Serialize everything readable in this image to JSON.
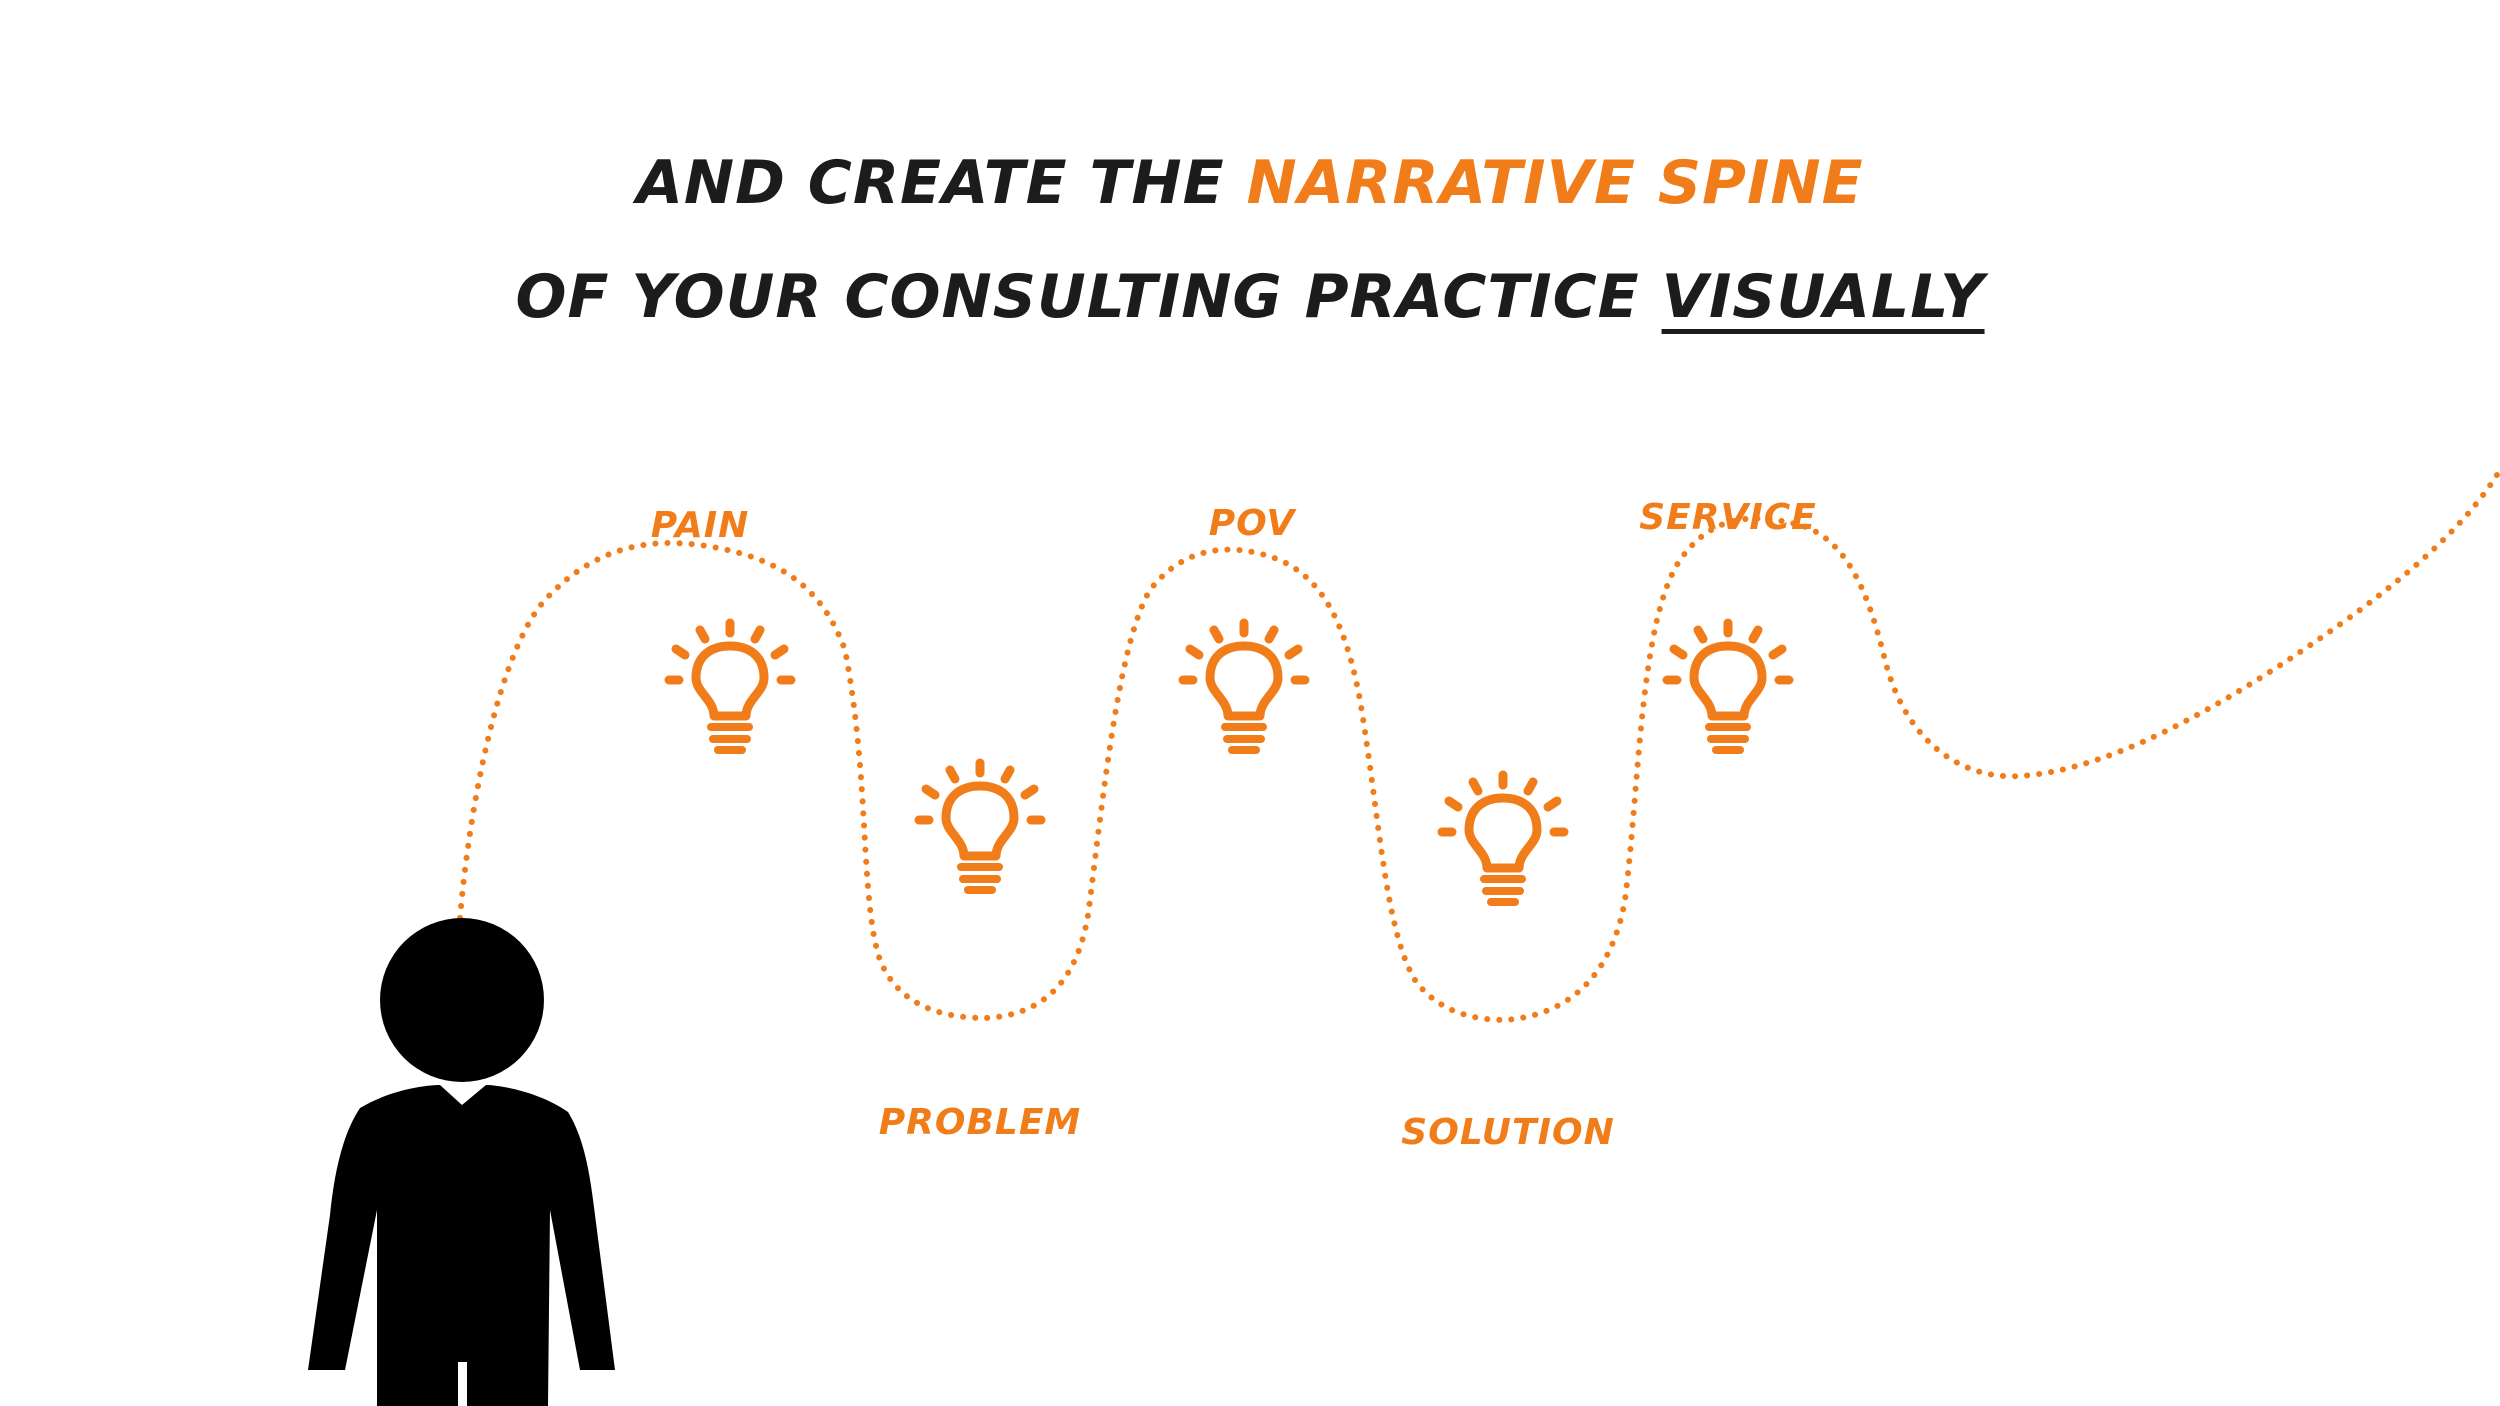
{
  "headline": {
    "line1_prefix": "AND CREATE THE",
    "line1_highlight": "NARRATIVE SPINE",
    "line2_prefix": "OF YOUR CONSULTING PRACTICE",
    "line2_emphasis": "VISUALLY"
  },
  "stages": [
    {
      "label": "PAIN",
      "icon": "lightbulb-icon"
    },
    {
      "label": "PROBLEM",
      "icon": "lightbulb-icon"
    },
    {
      "label": "POV",
      "icon": "lightbulb-icon"
    },
    {
      "label": "SOLUTION",
      "icon": "lightbulb-icon"
    },
    {
      "label": "SERVICE",
      "icon": "lightbulb-icon"
    }
  ],
  "figure": {
    "icon": "person-icon"
  },
  "colors": {
    "accent": "#f07d1a",
    "text": "#1c1c1c",
    "figure": "#000000",
    "background": "#ffffff"
  }
}
